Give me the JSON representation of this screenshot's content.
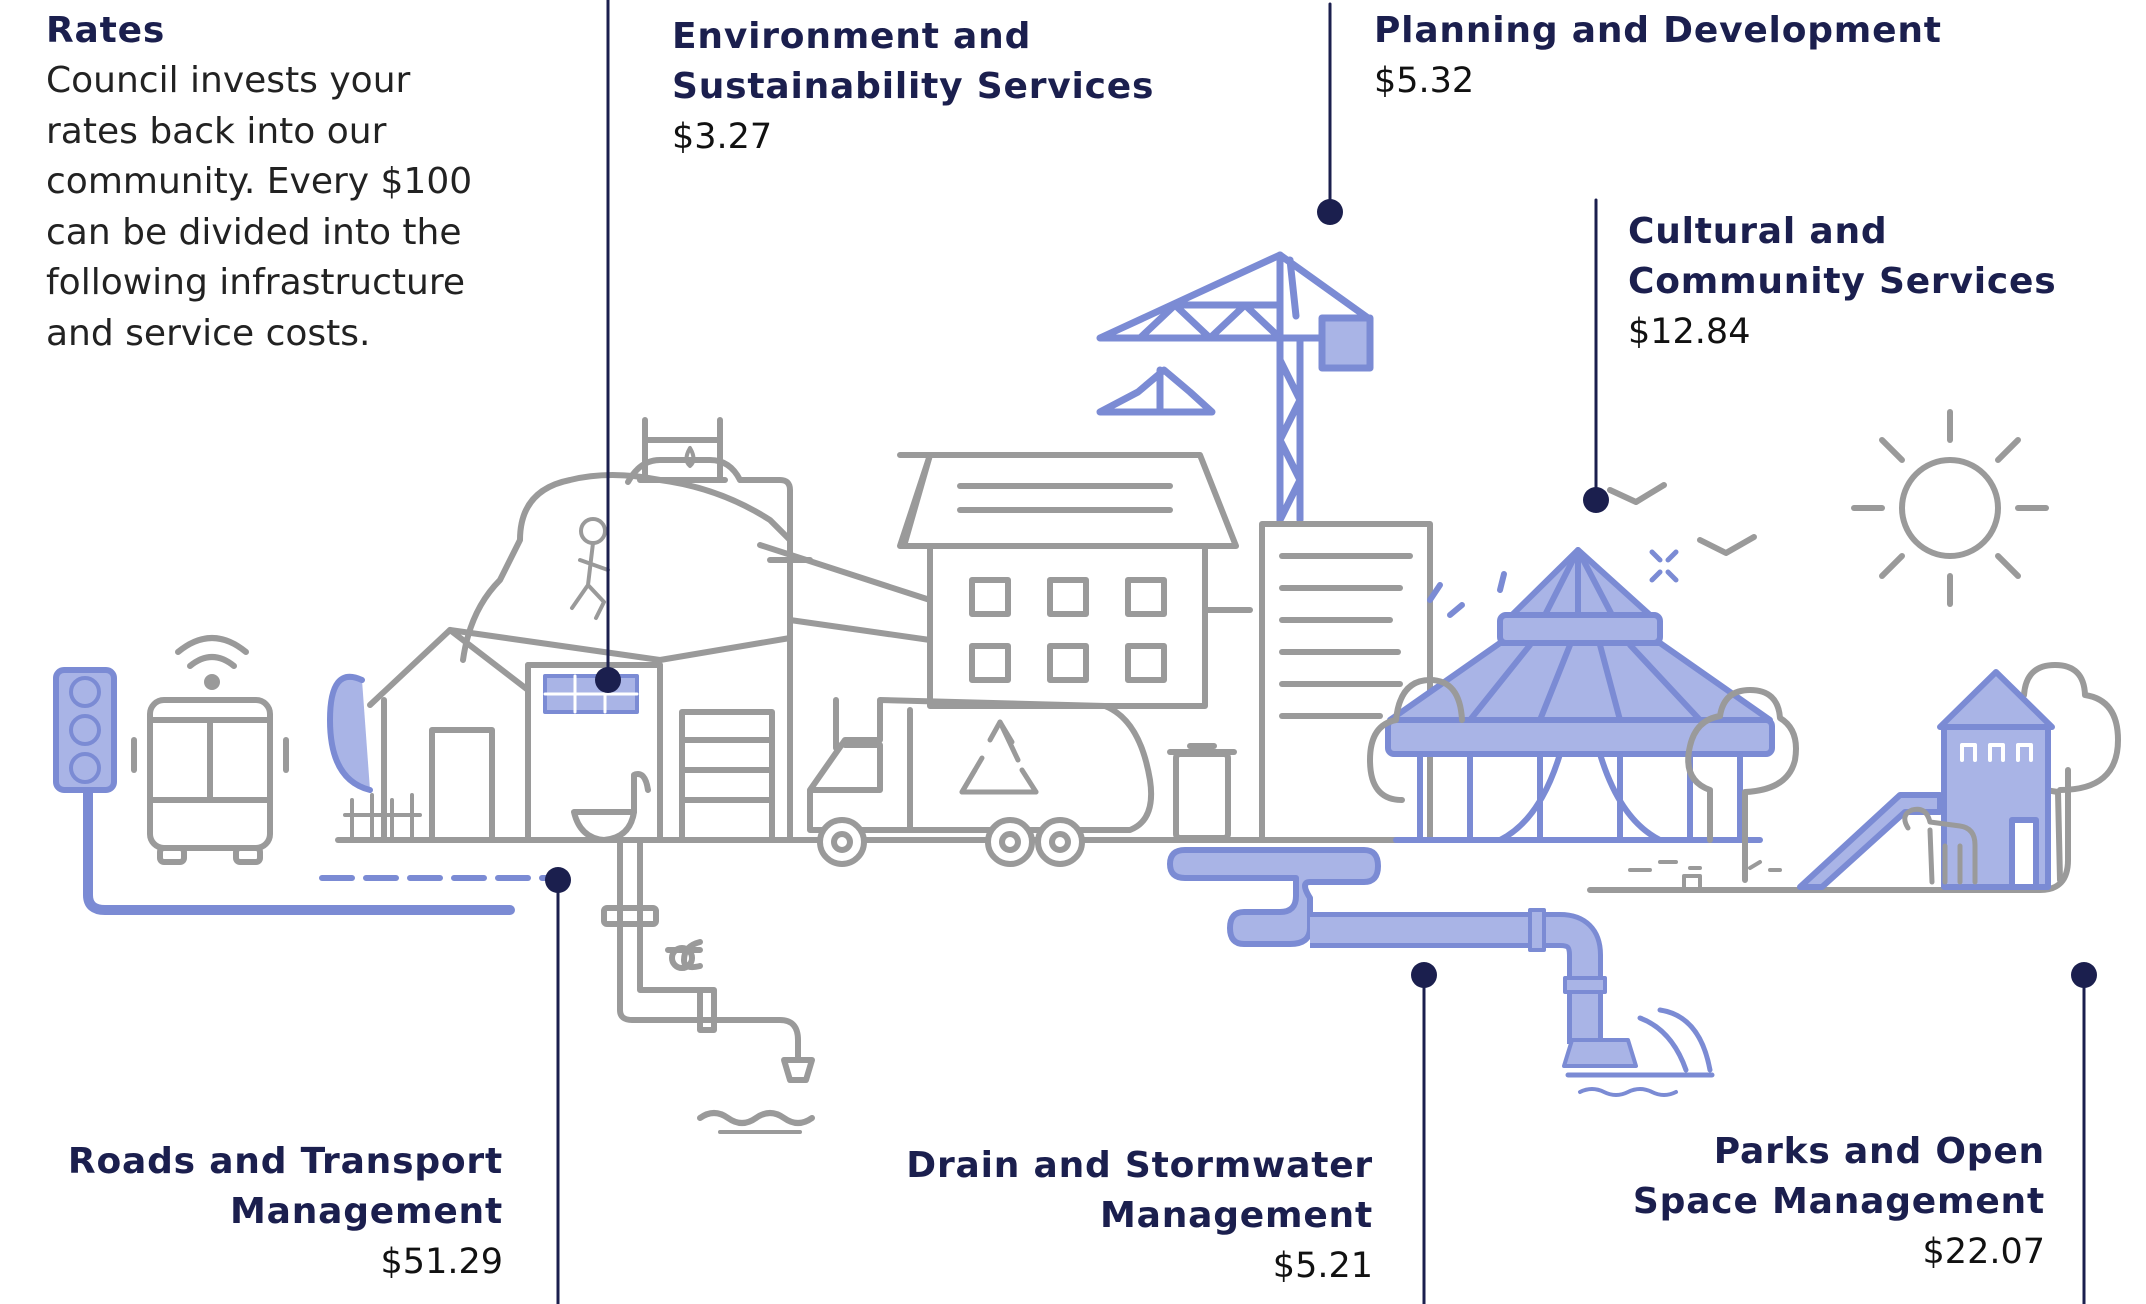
{
  "intro": {
    "title": "Rates",
    "lines": [
      "Council invests your",
      "rates back into our",
      "community. Every $100",
      "can be divided into the",
      "following infrastructure",
      "and service costs."
    ]
  },
  "categories": [
    {
      "name_lines": [
        "Environment and",
        "Sustainability Services"
      ],
      "value": "$3.27"
    },
    {
      "name_lines": [
        "Planning and Development"
      ],
      "value": "$5.32"
    },
    {
      "name_lines": [
        "Cultural and",
        "Community Services"
      ],
      "value": "$12.84"
    },
    {
      "name_lines": [
        "Roads and Transport",
        "Management"
      ],
      "value": "$51.29"
    },
    {
      "name_lines": [
        "Drain and Stormwater",
        "Management"
      ],
      "value": "$5.21"
    },
    {
      "name_lines": [
        "Parks and Open",
        "Space Management"
      ],
      "value": "$22.07"
    }
  ],
  "colors": {
    "navy": "#1b1f4e",
    "gray": "#9a9a9a",
    "blue": "#7b8bd4",
    "light_blue": "#a9b4e6"
  },
  "icons": [
    "traffic-light-icon",
    "bus-icon",
    "house-icon",
    "toilet-icon",
    "water-tower-icon",
    "garbage-truck-icon",
    "recycle-icon",
    "apartment-building-icon",
    "crane-icon",
    "office-tower-icon",
    "carousel-icon",
    "bird-icon",
    "sun-icon",
    "playground-castle-icon",
    "dog-icon",
    "tree-icon",
    "drain-pipe-icon"
  ]
}
